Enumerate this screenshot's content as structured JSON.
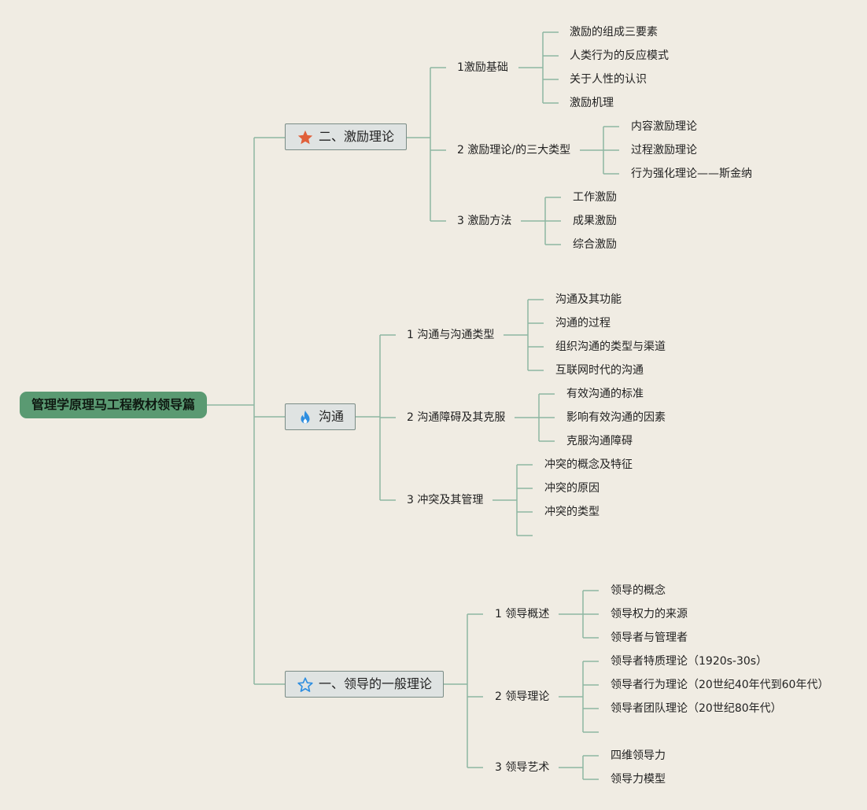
{
  "root": {
    "label": "管理学原理马工程教材领导篇"
  },
  "colors": {
    "line": "#8eb6a2",
    "root_bg": "#5a9a72",
    "branch_bg": "#dfe3e2",
    "background": "#f0ece3"
  },
  "branches": [
    {
      "label": "二、激励理论",
      "icon": "star-filled-icon",
      "icon_color": "#e0603a",
      "children": [
        {
          "label": "1激励基础",
          "children": [
            "激励的组成三要素",
            "人类行为的反应模式",
            "关于人性的认识",
            "激励机理"
          ]
        },
        {
          "label": "2 激励理论/的三大类型",
          "children": [
            "内容激励理论",
            "过程激励理论",
            "行为强化理论——斯金纳"
          ]
        },
        {
          "label": "3 激励方法",
          "children": [
            "工作激励",
            "成果激励",
            "综合激励"
          ]
        }
      ]
    },
    {
      "label": "沟通",
      "icon": "flame-icon",
      "icon_color": "#2e8ee0",
      "children": [
        {
          "label": "1 沟通与沟通类型",
          "children": [
            "沟通及其功能",
            "沟通的过程",
            "组织沟通的类型与渠道",
            "互联网时代的沟通"
          ]
        },
        {
          "label": "2 沟通障碍及其克服",
          "children": [
            "有效沟通的标准",
            "影响有效沟通的因素",
            "克服沟通障碍"
          ]
        },
        {
          "label": "3 冲突及其管理",
          "children": [
            "冲突的概念及特征",
            "冲突的原因",
            "冲突的类型",
            ""
          ]
        }
      ]
    },
    {
      "label": "一、领导的一般理论",
      "icon": "star-outline-icon",
      "icon_color": "#2e8ee0",
      "children": [
        {
          "label": "1 领导概述",
          "children": [
            "领导的概念",
            "领导权力的来源",
            "领导者与管理者"
          ]
        },
        {
          "label": "2 领导理论",
          "children": [
            "领导者特质理论（1920s-30s）",
            "领导者行为理论（20世纪40年代到60年代）",
            "领导者团队理论（20世纪80年代）",
            ""
          ]
        },
        {
          "label": "3 领导艺术",
          "children": [
            "四维领导力",
            "领导力模型"
          ]
        }
      ]
    }
  ]
}
